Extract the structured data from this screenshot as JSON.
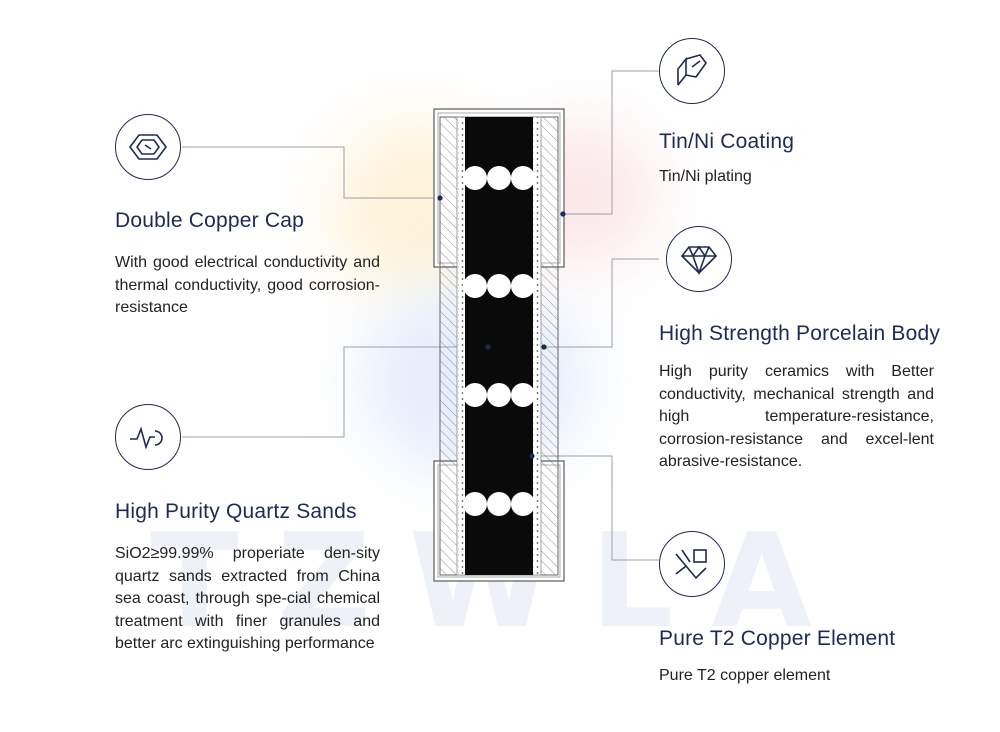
{
  "watermark": "TZWLA",
  "colors": {
    "navy": "#1d2a55",
    "line": "#9aa0aa",
    "core": "#0a0a0a"
  },
  "callouts": {
    "copper_cap": {
      "icon": "hexagon-cap-icon",
      "title": "Double Copper Cap",
      "desc": "With good electrical conductivity and thermal conductivity, good corrosion-resistance"
    },
    "quartz_sand": {
      "icon": "waveform-icon",
      "title": "High Purity Quartz Sands",
      "desc": "SiO2≥99.99% properiate den-sity quartz sands extracted from China sea coast, through spe-cial chemical treatment with finer granules and better arc extinguishing performance"
    },
    "tin_ni": {
      "icon": "plating-icon",
      "title": "Tin/Ni Coating",
      "desc": "Tin/Ni plating"
    },
    "porcelain": {
      "icon": "diamond-icon",
      "title": "High Strength Porcelain Body",
      "desc": "High purity ceramics with Better conductivity, mechanical strength and high temperature-resistance, corrosion-resistance and excel-lent abrasive-resistance."
    },
    "t2_copper": {
      "icon": "copper-element-icon",
      "title": "Pure T2 Copper Element",
      "desc": "Pure T2 copper element"
    }
  }
}
